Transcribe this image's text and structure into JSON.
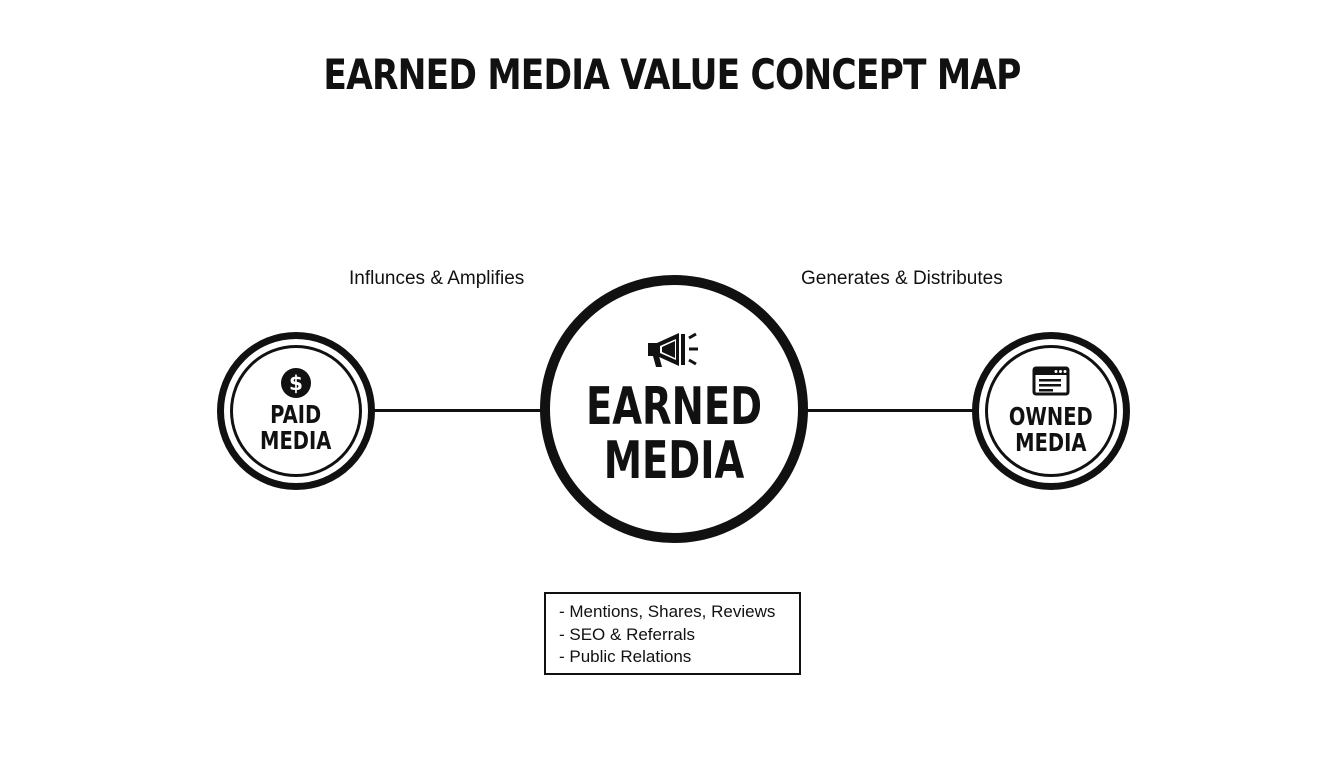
{
  "title": "EARNED MEDIA VALUE CONCEPT MAP",
  "nodes": {
    "paid": {
      "line1": "PAID",
      "line2": "MEDIA",
      "icon": "dollar-icon",
      "icon_glyph": "$"
    },
    "earned": {
      "line1": "EARNED",
      "line2": "MEDIA",
      "icon": "megaphone-icon"
    },
    "owned": {
      "line1": "OWNED",
      "line2": "MEDIA",
      "icon": "browser-window-icon"
    }
  },
  "edges": {
    "left_label": "Influnces & Amplifies",
    "right_label": "Generates & Distributes"
  },
  "details": {
    "items": [
      "- Mentions, Shares, Reviews",
      "- SEO & Referrals",
      "- Public Relations"
    ]
  },
  "colors": {
    "ink": "#111111",
    "background": "#ffffff"
  }
}
